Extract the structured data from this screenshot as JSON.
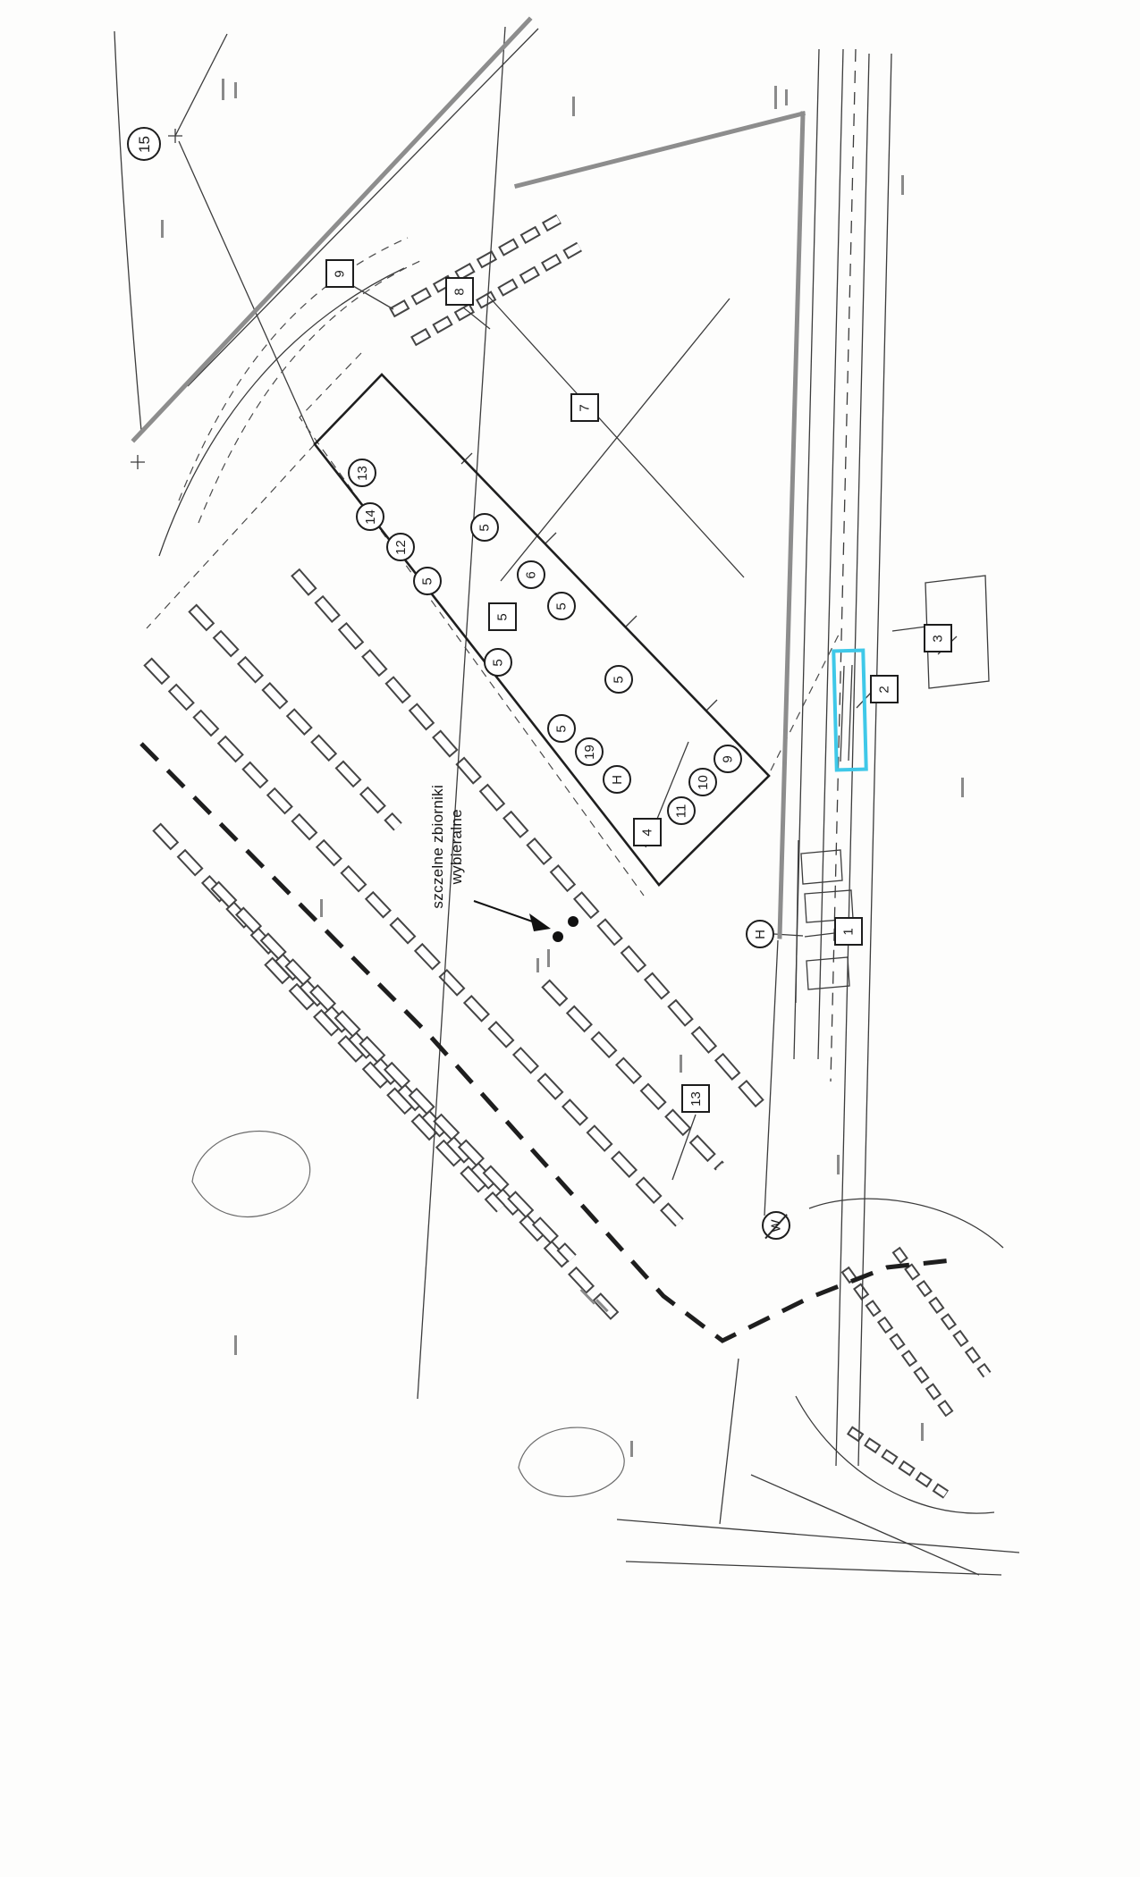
{
  "annotation": {
    "line1": "szczelne zbiorniki",
    "line2": "wybieralne"
  },
  "markers": {
    "squares": [
      "9",
      "8",
      "7",
      "5",
      "3",
      "2",
      "4",
      "1",
      "13"
    ],
    "circles": [
      "15",
      "13",
      "14",
      "12",
      "5",
      "5",
      "6",
      "5",
      "5",
      "5",
      "5",
      "19",
      "H",
      "11",
      "10",
      "9",
      "H",
      "W"
    ]
  },
  "colors": {
    "highlight": "#3fc8e8",
    "ink": "#2a2a2a",
    "survey_line_gray": "#8d8d8d",
    "paper": "#ffffff"
  }
}
